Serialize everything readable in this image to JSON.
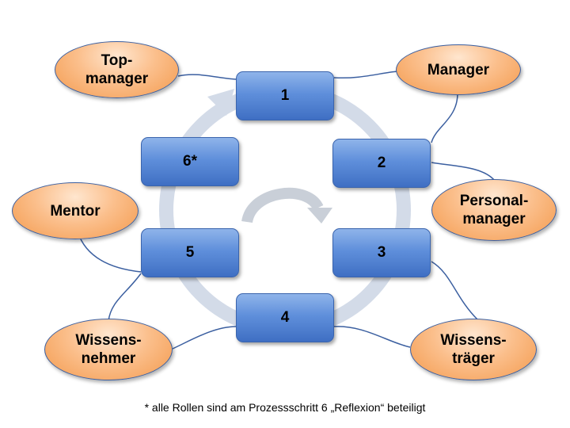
{
  "steps": {
    "s1": "1",
    "s2": "2",
    "s3": "3",
    "s4": "4",
    "s5": "5",
    "s6": "6*"
  },
  "roles": {
    "topmanager": "Top-\nmanager",
    "manager": "Manager",
    "personalmanager": "Personal-\nmanager",
    "mentor": "Mentor",
    "wissensnehmer": "Wissens-\nnehmer",
    "wissenstraeger": "Wissens-\nträger"
  },
  "footnote": "* alle Rollen sind am Prozessschritt 6 „Reflexion“ beteiligt",
  "colors": {
    "step_fill": "#5f8fdb",
    "role_fill": "#f8a862",
    "cycle_ring": "#d3dbe8",
    "connector": "#3b5fa0"
  }
}
